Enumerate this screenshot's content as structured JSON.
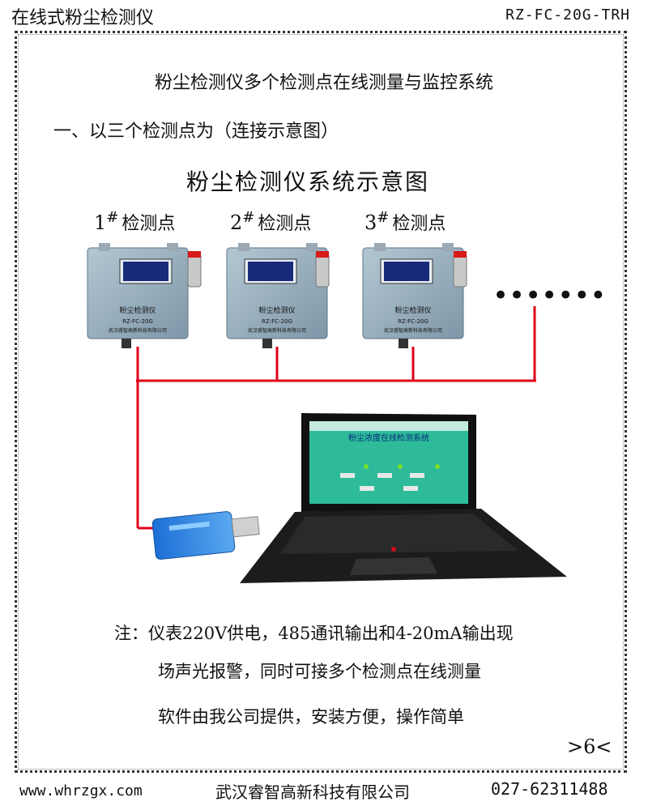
{
  "header": {
    "left": "在线式粉尘检测仪",
    "right": "RZ-FC-20G-TRH"
  },
  "title": "粉尘检测仪多个检测点在线测量与监控系统",
  "section": "一、以三个检测点为（连接示意图）",
  "diagram": {
    "title": "粉尘检测仪系统示意图",
    "points": [
      {
        "num": "1",
        "sup": "#",
        "label": "检测点"
      },
      {
        "num": "2",
        "sup": "#",
        "label": "检测点"
      },
      {
        "num": "3",
        "sup": "#",
        "label": "检测点"
      }
    ],
    "ellipsis": "•••••••",
    "device": {
      "name": "粉尘检测仪",
      "model": "RZ-FC-20G",
      "company": "武汉睿智高新科技有限公司"
    },
    "screen": {
      "title": "粉尘浓度在线检测系统"
    }
  },
  "notes": [
    "注：仪表220V供电，485通讯输出和4-20mA输出现",
    "场声光报警，同时可接多个检测点在线测量",
    "软件由我公司提供，安装方便，操作简单"
  ],
  "page_number": ">6<",
  "footer": {
    "website": "www.whrzgx.com",
    "company": "武汉睿智高新科技有限公司",
    "phone": "027-62311488"
  },
  "colors": {
    "wire": "#e0001a",
    "device_body": "#8ea8b8",
    "screen": "#1a2a7a"
  }
}
